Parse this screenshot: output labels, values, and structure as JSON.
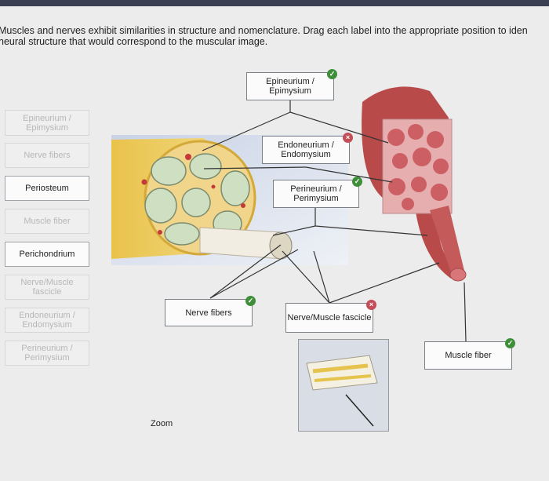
{
  "instructions": {
    "line1": "Muscles and nerves exhibit similarities in structure and nomenclature. Drag each label into the appropriate position to iden",
    "line2": "neural structure that would correspond to the muscular image."
  },
  "bank": [
    {
      "label": "Epineurium / Epimysium",
      "state": "used"
    },
    {
      "label": "Nerve fibers",
      "state": "used"
    },
    {
      "label": "Periosteum",
      "state": "available"
    },
    {
      "label": "Muscle fiber",
      "state": "used"
    },
    {
      "label": "Perichondrium",
      "state": "available"
    },
    {
      "label": "Nerve/Muscle fascicle",
      "state": "used"
    },
    {
      "label": "Endoneurium / Endomysium",
      "state": "used"
    },
    {
      "label": "Perineurium / Perimysium",
      "state": "used"
    }
  ],
  "targets": [
    {
      "label": "Epineurium / Epimysium",
      "status": "correct"
    },
    {
      "label": "Endoneurium / Endomysium",
      "status": "incorrect"
    },
    {
      "label": "Perineurium / Perimysium",
      "status": "correct"
    },
    {
      "label": "Nerve fibers",
      "status": "correct"
    },
    {
      "label": "Nerve/Muscle fascicle",
      "status": "incorrect"
    },
    {
      "label": "Muscle fiber",
      "status": "correct"
    }
  ],
  "zoom_label": "Zoom",
  "colors": {
    "correct": "#3f8f3a",
    "incorrect": "#c44e57"
  }
}
